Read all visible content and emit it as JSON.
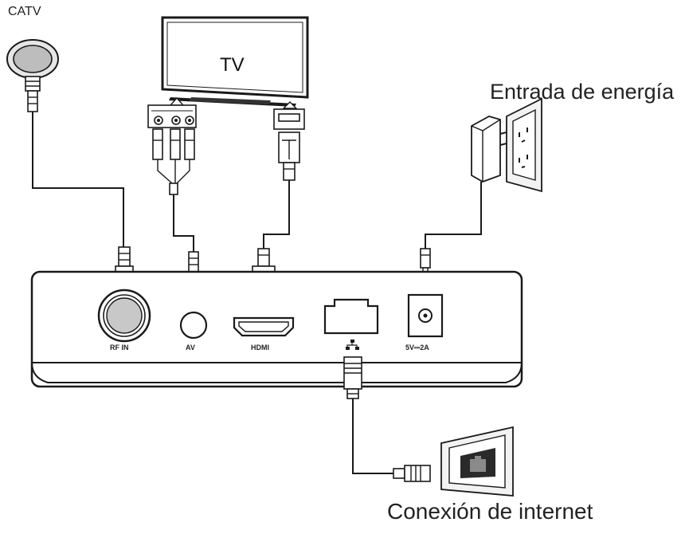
{
  "labels": {
    "catv": "CATV",
    "tv": "TV",
    "power": "Entrada de energía",
    "internet": "Conexión de internet"
  },
  "ports": {
    "rf_in": "RF IN",
    "av": "AV",
    "hdmi": "HDMI",
    "dc": "5V⎓2A"
  },
  "icons": [
    "catv-wall-outlet-icon",
    "tv-icon",
    "power-outlet-icon",
    "power-adapter-icon",
    "ethernet-wall-jack-icon",
    "network-symbol-icon"
  ],
  "colors": {
    "line": "#1a1a1a",
    "fill_gray": "#c8c8c8",
    "wall": "#f2f2f2"
  }
}
